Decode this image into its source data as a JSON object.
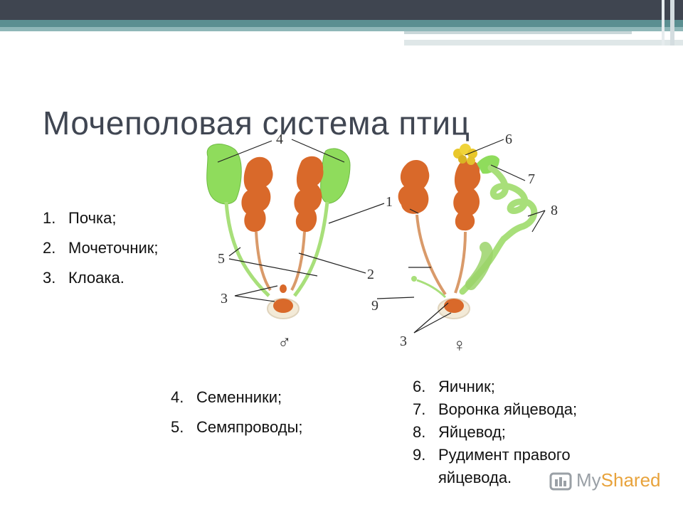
{
  "title": "Мочеполовая система птиц",
  "diagram": {
    "male_symbol": "♂",
    "female_symbol": "♀",
    "labels": {
      "n1": "1",
      "n2": "2",
      "n3a": "3",
      "n3b": "3",
      "n4": "4",
      "n5": "5",
      "n6": "6",
      "n7": "7",
      "n8": "8",
      "n9": "9"
    }
  },
  "list_main": [
    {
      "num": "1.",
      "text": "Почка;"
    },
    {
      "num": "2.",
      "text": "Мочеточник;"
    },
    {
      "num": "3.",
      "text": "Клоака."
    }
  ],
  "list_male": [
    {
      "num": "4.",
      "text": "Семенники;"
    },
    {
      "num": "5.",
      "text": "Семяпроводы;"
    }
  ],
  "list_female": [
    {
      "num": "6.",
      "text": "Яичник;"
    },
    {
      "num": "7.",
      "text": "Воронка яйцевода;"
    },
    {
      "num": "8.",
      "text": "Яйцевод;"
    },
    {
      "num": "9.",
      "text": "Рудимент правого"
    },
    {
      "num": "",
      "text": "яйцевода."
    }
  ],
  "watermark": {
    "my": "My",
    "shared": "Shared"
  },
  "colors": {
    "kidney": "#d9692a",
    "testis": "#8fdc5c",
    "duct": "#a8df7a",
    "ureter": "#d99a6a",
    "title": "#404652"
  }
}
